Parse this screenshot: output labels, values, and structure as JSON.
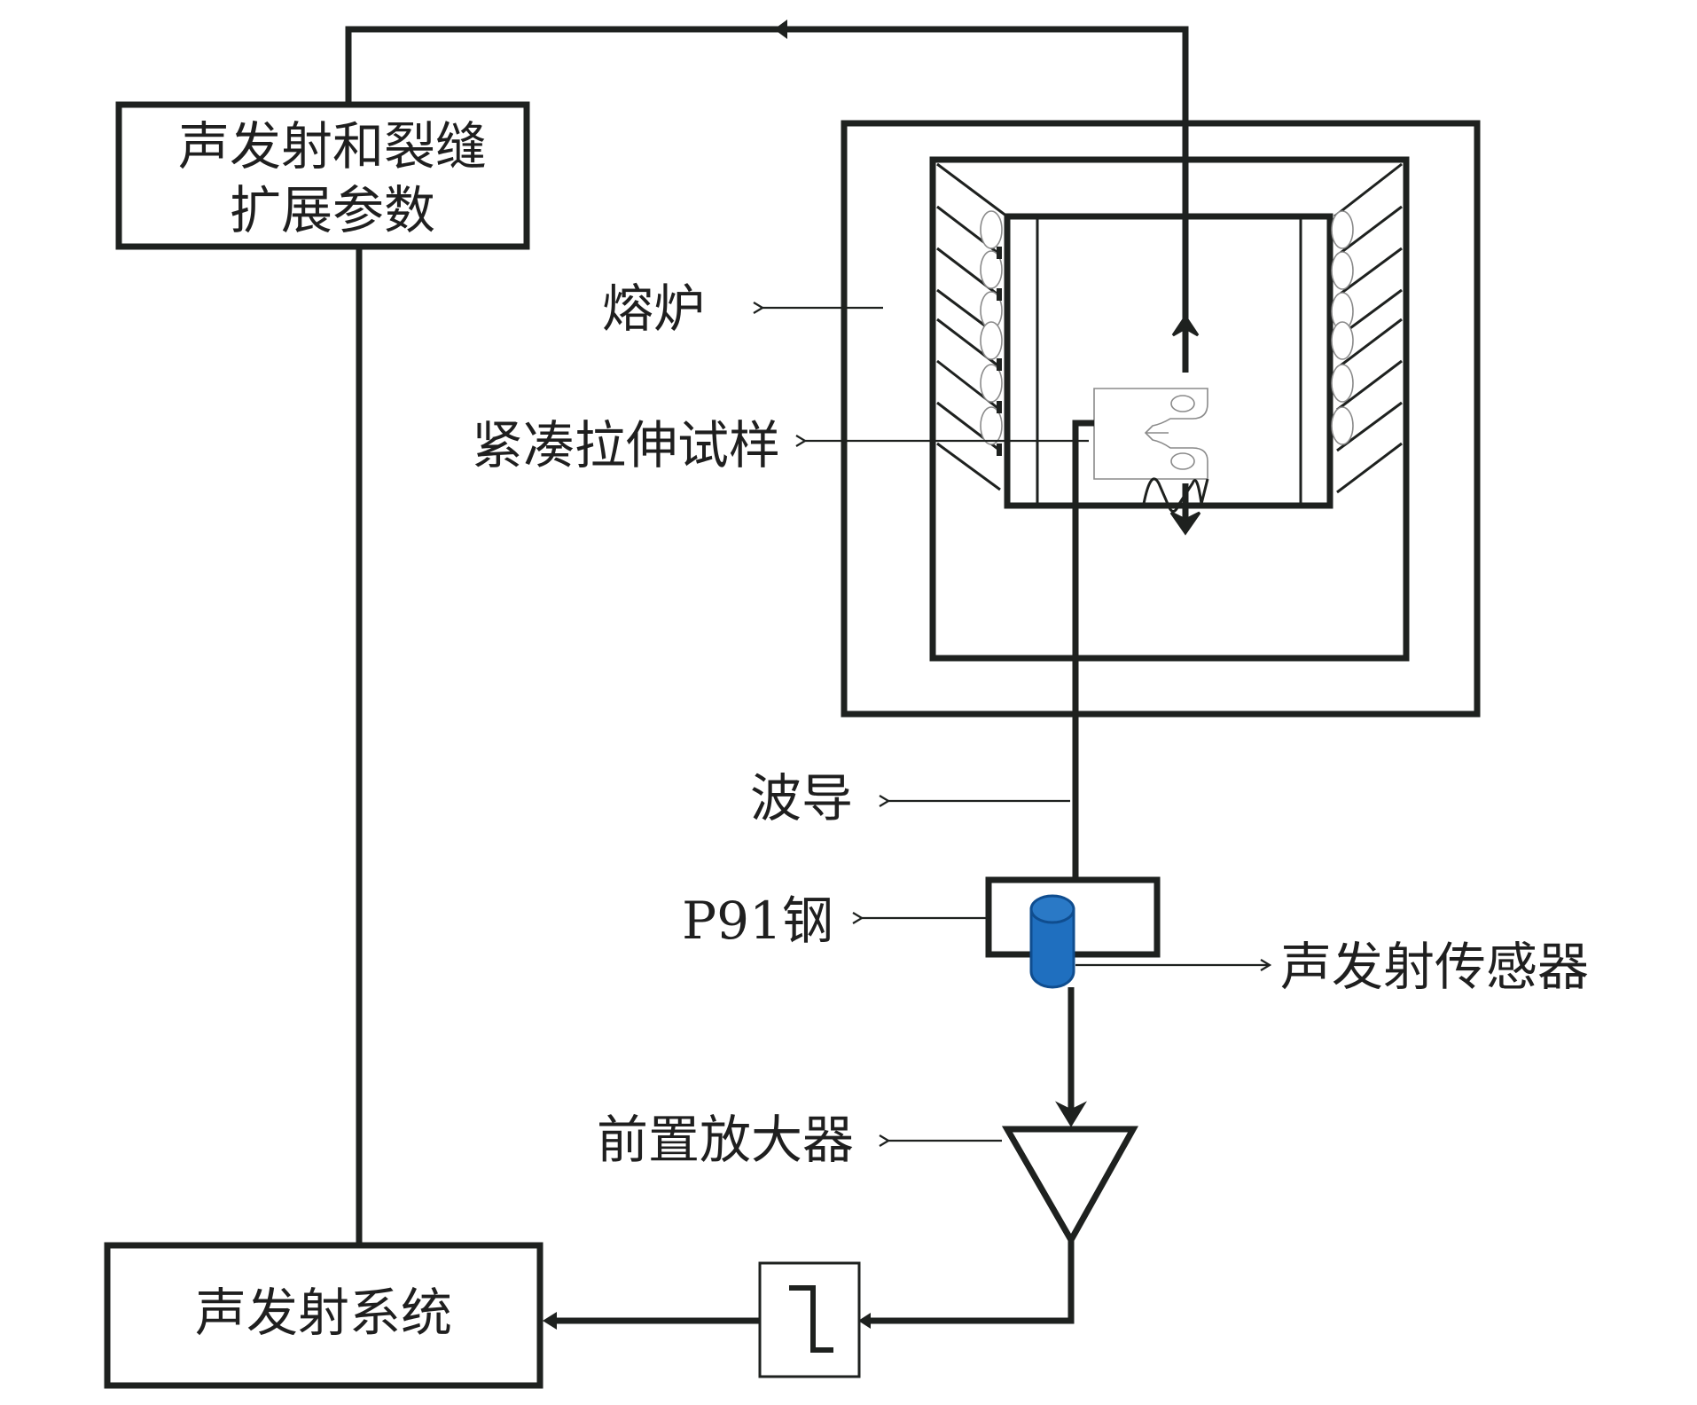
{
  "diagram": {
    "boxes": {
      "params_line1": "声发射和裂缝",
      "params_line2": "扩展参数",
      "ae_system": "声发射系统"
    },
    "labels": {
      "furnace": "熔炉",
      "ct_specimen": "紧凑拉伸试样",
      "waveguide": "波导",
      "p91_steel": "P91钢",
      "ae_sensor": "声发射传感器",
      "preamplifier": "前置放大器"
    },
    "colors": {
      "line": "#1e211f",
      "sensor_fill": "#1f6fbf",
      "sensor_stroke": "#0f4d8f",
      "label_text": "#1f1f1f",
      "specimen_stroke": "#8a8a8a"
    }
  }
}
